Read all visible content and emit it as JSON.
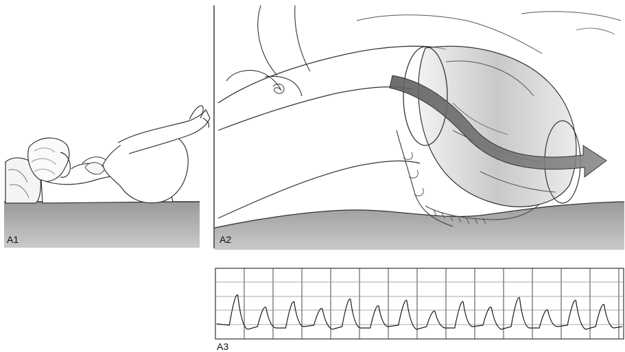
{
  "panels": [
    {
      "id": "A1",
      "label": "A1"
    },
    {
      "id": "A2",
      "label": "A2"
    },
    {
      "id": "A3",
      "label": "A3"
    }
  ],
  "trace": {
    "peak_count": 14
  }
}
